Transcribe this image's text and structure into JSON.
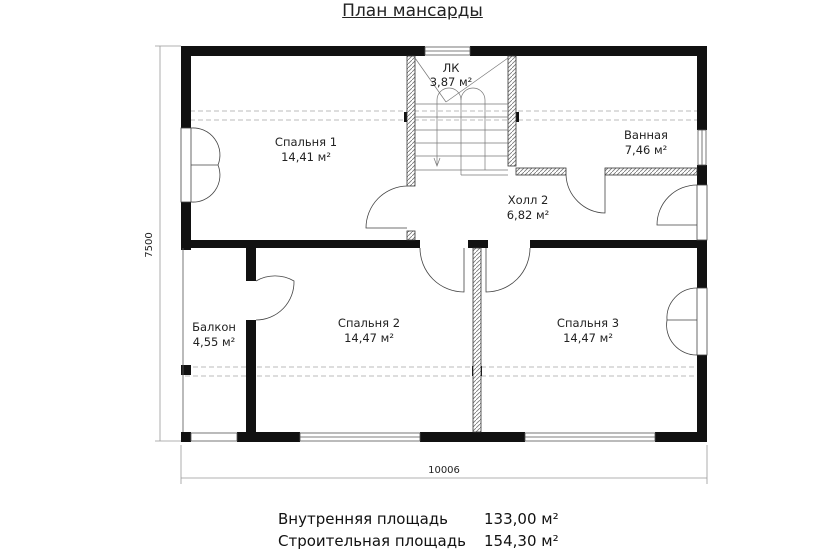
{
  "title": "План мансарды",
  "rooms": [
    {
      "name": "ЛК",
      "area": "3,87 м²"
    },
    {
      "name": "Спальня 1",
      "area": "14,41 м²"
    },
    {
      "name": "Ванная",
      "area": "7,46 м²"
    },
    {
      "name": "Холл 2",
      "area": "6,82 м²"
    },
    {
      "name": "Балкон",
      "area": "4,55 м²"
    },
    {
      "name": "Спальня 2",
      "area": "14,47 м²"
    },
    {
      "name": "Спальня 3",
      "area": "14,47 м²"
    }
  ],
  "dimensions": {
    "width": "10006",
    "height": "7500"
  },
  "summary": [
    {
      "label": "Внутренняя площадь",
      "value": "133,00 м²"
    },
    {
      "label": "Строительная площадь",
      "value": "154,30 м²"
    }
  ]
}
